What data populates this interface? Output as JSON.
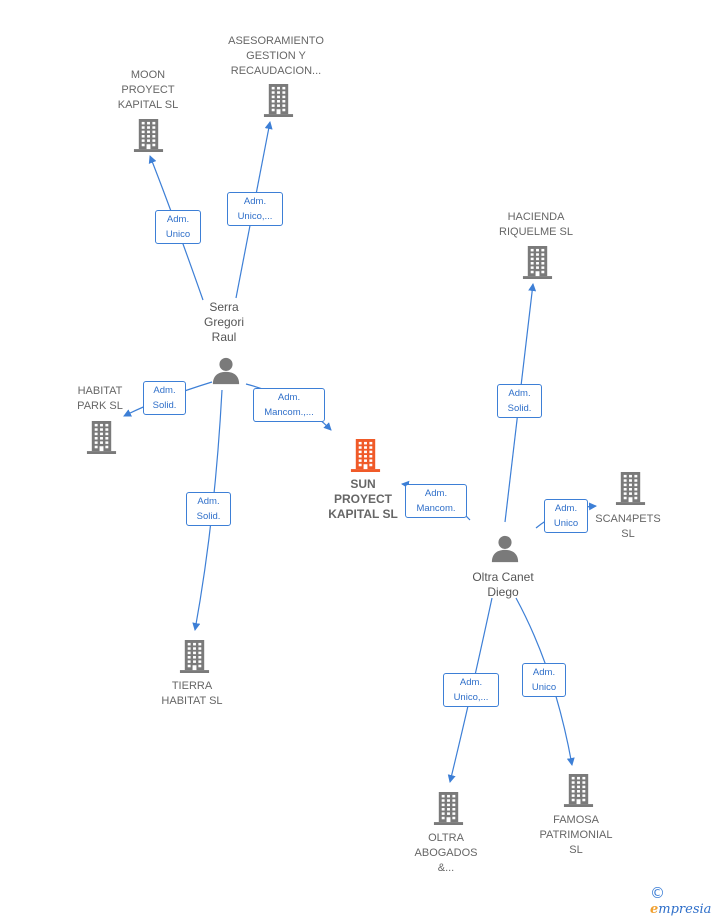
{
  "colors": {
    "edge": "#3d7fd6",
    "company": "#7a7a7a",
    "focus": "#f05a28",
    "person": "#7a7a7a"
  },
  "nodes": {
    "moon": {
      "label": "MOON\nPROYECT\nKAPITAL  SL",
      "type": "company"
    },
    "asesoramiento": {
      "label": "ASESORAMIENTO\nGESTION Y\nRECAUDACION...",
      "type": "company"
    },
    "hacienda": {
      "label": "HACIENDA\nRIQUELME  SL",
      "type": "company"
    },
    "serra": {
      "label": "Serra\nGregori\nRaul",
      "type": "person"
    },
    "habitat_park": {
      "label": "HABITAT\nPARK  SL",
      "type": "company"
    },
    "sun": {
      "label": "SUN\nPROYECT\nKAPITAL  SL",
      "type": "focus"
    },
    "scan4pets": {
      "label": "SCAN4PETS\nSL",
      "type": "company"
    },
    "oltra_canet": {
      "label": "Oltra Canet\nDiego",
      "type": "person"
    },
    "tierra": {
      "label": "TIERRA\nHABITAT  SL",
      "type": "company"
    },
    "oltra_abogados": {
      "label": "OLTRA\nABOGADOS\n&...",
      "type": "company"
    },
    "famosa": {
      "label": "FAMOSA\nPATRIMONIAL\nSL",
      "type": "company"
    }
  },
  "edges": [
    {
      "from": "serra",
      "to": "moon",
      "label": "Adm.\nUnico"
    },
    {
      "from": "serra",
      "to": "asesoramiento",
      "label": "Adm.\nUnico,..."
    },
    {
      "from": "serra",
      "to": "habitat_park",
      "label": "Adm.\nSolid."
    },
    {
      "from": "serra",
      "to": "sun",
      "label": "Adm.\nMancom.,..."
    },
    {
      "from": "serra",
      "to": "tierra",
      "label": "Adm.\nSolid."
    },
    {
      "from": "oltra_canet",
      "to": "hacienda",
      "label": "Adm.\nSolid."
    },
    {
      "from": "oltra_canet",
      "to": "sun",
      "label": "Adm.\nMancom."
    },
    {
      "from": "oltra_canet",
      "to": "scan4pets",
      "label": "Adm.\nUnico"
    },
    {
      "from": "oltra_canet",
      "to": "oltra_abogados",
      "label": "Adm.\nUnico,..."
    },
    {
      "from": "oltra_canet",
      "to": "famosa",
      "label": "Adm.\nUnico"
    }
  ],
  "brand": {
    "symbol": "©",
    "first": "e",
    "rest": "mpresia"
  }
}
